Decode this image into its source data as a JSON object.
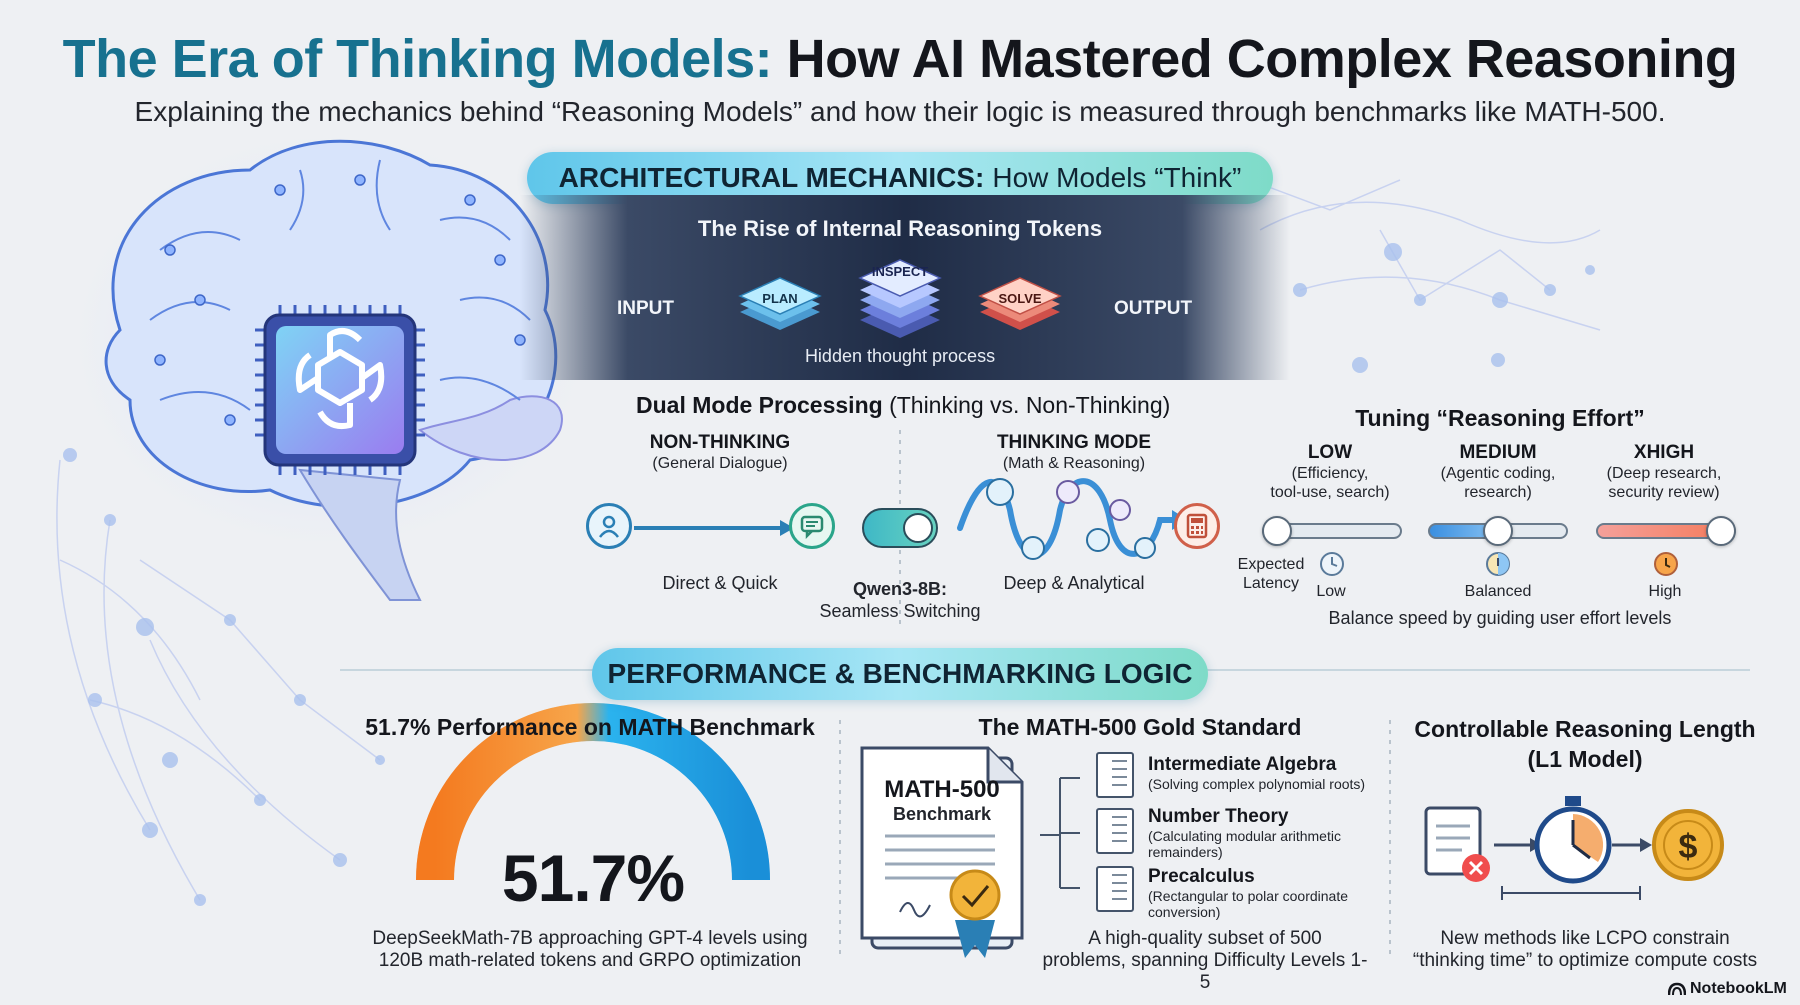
{
  "header": {
    "title_part1": "The Era of Thinking Models:",
    "title_part2": "How AI Mastered Complex Reasoning",
    "subtitle": "Explaining the mechanics behind “Reasoning Models” and how their logic is measured through benchmarks like MATH-500."
  },
  "architecture": {
    "pill_bold": "ARCHITECTURAL MECHANICS:",
    "pill_light": "How Models “Think”",
    "tokens_title": "The Rise of Internal Reasoning Tokens",
    "input_label": "INPUT",
    "output_label": "OUTPUT",
    "steps": [
      "PLAN",
      "INSPECT",
      "SOLVE"
    ],
    "hidden_caption": "Hidden thought process"
  },
  "dual_mode": {
    "title_bold": "Dual Mode Processing",
    "title_light": "(Thinking vs. Non-Thinking)",
    "non_thinking": {
      "label": "NON-THINKING",
      "sub": "(General Dialogue)",
      "caption": "Direct & Quick"
    },
    "thinking": {
      "label": "THINKING MODE",
      "sub": "(Math & Reasoning)",
      "caption": "Deep & Analytical"
    },
    "switch_model": "Qwen3-8B:",
    "switch_caption": "Seamless Switching"
  },
  "effort": {
    "title": "Tuning “Reasoning Effort”",
    "levels": [
      {
        "label": "LOW",
        "sub1": "(Efficiency,",
        "sub2": "tool-use, search)",
        "latency": "Low",
        "position": 0.0
      },
      {
        "label": "MEDIUM",
        "sub1": "(Agentic coding,",
        "sub2": "research)",
        "latency": "Balanced",
        "position": 0.5
      },
      {
        "label": "XHIGH",
        "sub1": "(Deep research,",
        "sub2": "security review)",
        "latency": "High",
        "position": 1.0
      }
    ],
    "latency_label1": "Expected",
    "latency_label2": "Latency",
    "caption": "Balance speed by guiding user effort levels",
    "colors": {
      "low": "#e4eaf0",
      "medium": "#5aa8e8",
      "high": "#f47a5a"
    }
  },
  "performance": {
    "pill": "PERFORMANCE & BENCHMARKING LOGIC",
    "gauge_title": "51.7% Performance on MATH Benchmark",
    "gauge_value_text": "51.7%",
    "gauge_value": 51.7,
    "gauge_caption1": "DeepSeekMath-7B approaching GPT-4 levels using",
    "gauge_caption2": "120B math-related tokens and GRPO optimization",
    "math500_title": "The MATH-500 Gold Standard",
    "doc_title": "MATH-500",
    "doc_sub": "Benchmark",
    "topics": [
      {
        "name": "Intermediate Algebra",
        "desc1": "(Solving complex polynomial roots)",
        "desc2": ""
      },
      {
        "name": "Number Theory",
        "desc1": "(Calculating modular arithmetic",
        "desc2": "remainders)"
      },
      {
        "name": "Precalculus",
        "desc1": "(Rectangular to polar coordinate",
        "desc2": "conversion)"
      }
    ],
    "math500_caption1": "A high-quality subset of 500",
    "math500_caption2": "problems, spanning Difficulty Levels 1-5",
    "length_title1": "Controllable Reasoning Length",
    "length_title2": "(L1 Model)",
    "length_caption1": "New methods like LCPO constrain",
    "length_caption2": "“thinking time” to optimize compute costs"
  },
  "footer": {
    "brand": "NotebookLM"
  }
}
